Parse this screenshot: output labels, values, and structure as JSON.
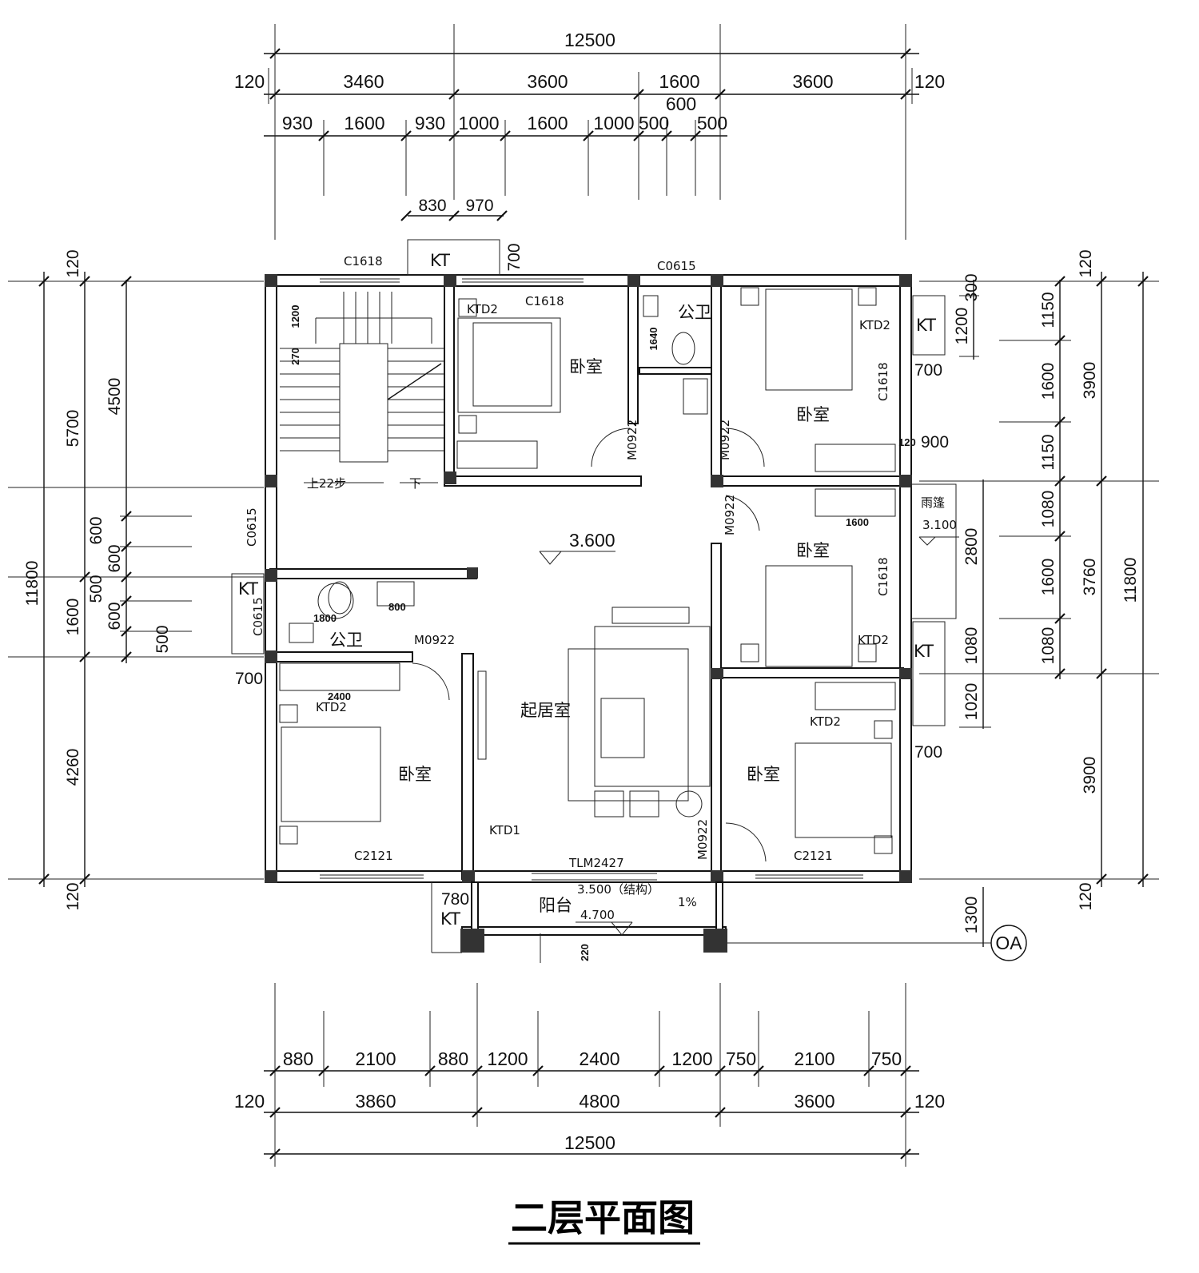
{
  "title": "二层平面图",
  "dims": {
    "top_total": "12500",
    "top_edge": "120",
    "top_row1": [
      "3460",
      "3600",
      "1600",
      "3600"
    ],
    "top_row2": [
      "930",
      "1600",
      "930",
      "1000",
      "1600",
      "1000",
      "500",
      "600",
      "500"
    ],
    "top_row3": [
      "830",
      "970"
    ],
    "bottom_total": "12500",
    "bottom_edge": "120",
    "bottom_row1": [
      "3860",
      "4800",
      "3600"
    ],
    "bottom_row2": [
      "880",
      "2100",
      "880",
      "1200",
      "2400",
      "1200",
      "750",
      "2100",
      "750"
    ],
    "left_total": "11800",
    "left_edge": "120",
    "left_row1": [
      "5700",
      "1600",
      "4260"
    ],
    "left_inner": [
      "4500",
      "600",
      "600",
      "500",
      "600",
      "500"
    ],
    "right_total": "11800",
    "right_edge": "120",
    "right_row1": [
      "3900",
      "3760",
      "3900"
    ],
    "right_row2": [
      "1150",
      "1600",
      "1150",
      "1080",
      "1600",
      "1080",
      "1020"
    ],
    "right_inner": [
      "300",
      "1200",
      "2800",
      "1300"
    ],
    "misc": [
      "700",
      "700",
      "700",
      "700",
      "120",
      "900",
      "1640",
      "1200",
      "270",
      "1800",
      "800",
      "2400",
      "1600",
      "780",
      "220"
    ]
  },
  "rooms": {
    "bedroom": "卧室",
    "living": "起居室",
    "wc": "公卫",
    "balcony": "阳台",
    "canopy": "雨篷"
  },
  "labels": {
    "c1618": "C1618",
    "c0615": "C0615",
    "c2121": "C2121",
    "kt": "KT",
    "ktd1": "KTD1",
    "ktd2": "KTD2",
    "m0922": "M0922",
    "tlm": "TLM2427",
    "stair": "上22步",
    "down": "下",
    "elev_floor": "3.600",
    "elev_canopy": "3.100",
    "elev_struct": "3.500（结构）",
    "elev_balcony": "4.700",
    "slope": "1%",
    "axis": "OA"
  }
}
